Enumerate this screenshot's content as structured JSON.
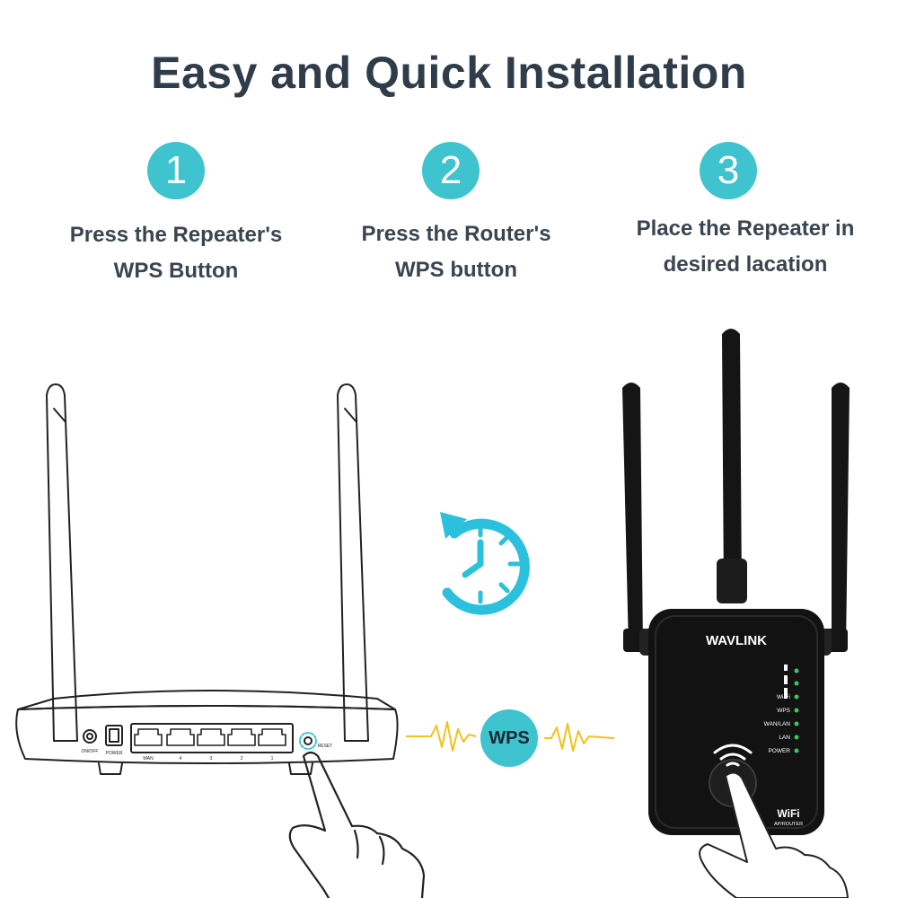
{
  "title": "Easy and Quick Installation",
  "steps": [
    {
      "number": "1",
      "line1": "Press the Repeater's",
      "line2": "WPS Button"
    },
    {
      "number": "2",
      "line1": "Press the Router's",
      "line2": "WPS button"
    },
    {
      "number": "3",
      "line1": "Place the Repeater in",
      "line2": "desired lacation"
    }
  ],
  "wps_label": "WPS",
  "router_labels": {
    "onoff": "ON/OFF",
    "power": "POWER",
    "wan": "WAN",
    "port4": "4",
    "port3": "3",
    "port2": "2",
    "port1": "1",
    "reset": "RESET"
  },
  "repeater": {
    "brand": "WAVLINK",
    "leds": [
      "Wi-Fi",
      "WPS",
      "WAN/LAN",
      "LAN",
      "POWER"
    ],
    "wifi_logo": "WiFi",
    "mode": "AP/ROUTER"
  },
  "colors": {
    "accent": "#3ec3cf",
    "title": "#2f3d4b",
    "signal": "#f2c21b",
    "device": "#121212",
    "led": "#3cc85a"
  }
}
